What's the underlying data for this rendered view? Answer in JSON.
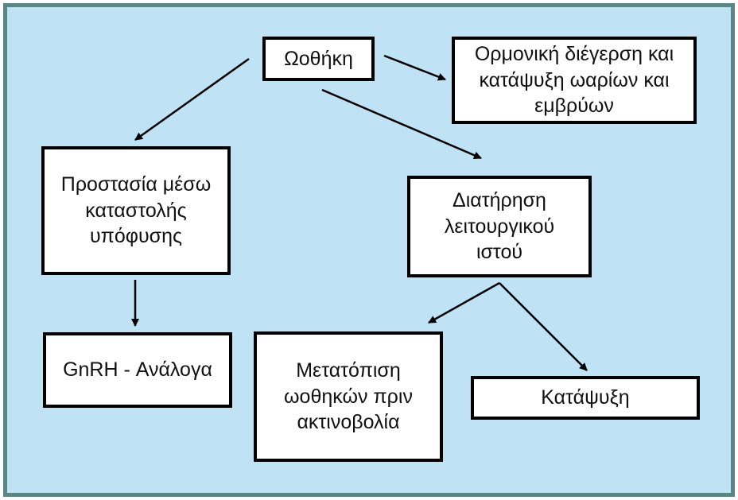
{
  "nodes": {
    "ovary": "Ωοθήκη",
    "hormonal": "Ορμονική διέγερση και\nκατάψυξη ωαρίων και\nεμβρύων",
    "protection": "Προστασία μέσω\nκαταστολής\nυπόφυσης",
    "preserve": "Διατήρηση\nλειτουργικού\nιστού",
    "gnrh": "GnRH - Ανάλογα",
    "transposition": "Μετατόπιση\nωοθηκών πριν\nακτινοβολία",
    "freeze": "Κατάψυξη"
  },
  "colors": {
    "background": "#bfe3f4",
    "frame": "#5a8585",
    "box_border": "#000000"
  }
}
